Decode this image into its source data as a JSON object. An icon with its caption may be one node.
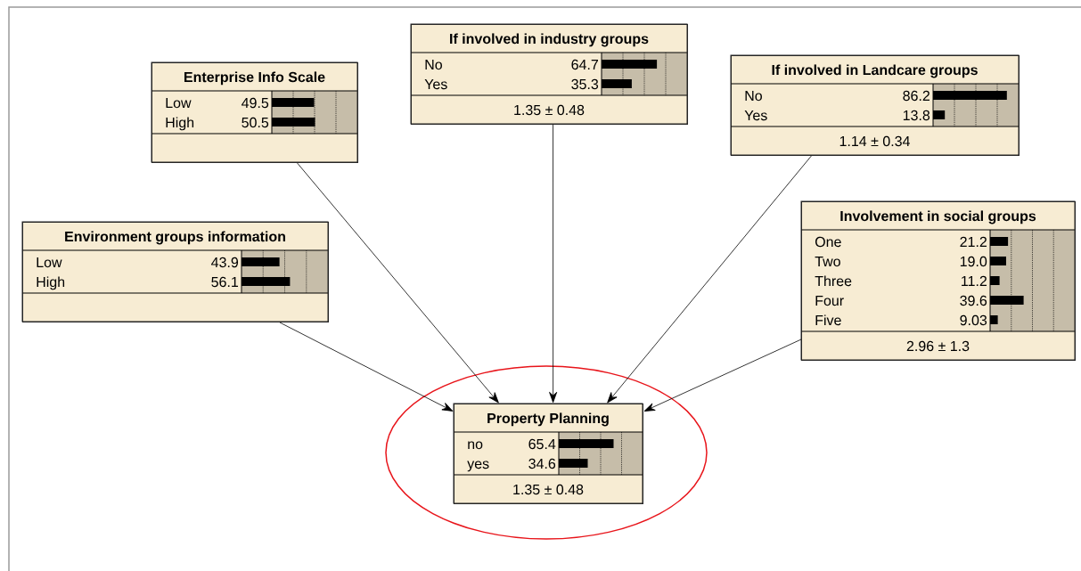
{
  "diagram": {
    "nodes": [
      {
        "text": [
          "Enterprise Info Scale",
          "Low",
          "49.5",
          "High",
          "50.5"
        ]
      },
      {
        "text": [
          "If involved in industry groups",
          "No",
          "64.7",
          "Yes",
          "35.3",
          "1.35 ± 0.48"
        ]
      },
      {
        "text": [
          "If involved in Landcare groups",
          "No",
          "86.2",
          "Yes",
          "13.8",
          "1.14 ± 0.34"
        ]
      },
      {
        "text": [
          "Environment groups information",
          "Low",
          "43.9",
          "High",
          "56.1"
        ]
      },
      {
        "text": [
          "Involvement in social groups",
          "One",
          "21.2",
          "Two",
          "19.0",
          "Three",
          "11.2",
          "Four",
          "39.6",
          "Five",
          "9.03",
          "2.96 ± 1.3"
        ]
      },
      {
        "text": [
          "Property Planning",
          "no",
          "65.4",
          "yes",
          "34.6",
          "1.35 ± 0.48"
        ]
      }
    ],
    "edges": [
      {
        "from": 0,
        "to": 5,
        "arrow": "to"
      },
      {
        "from": 1,
        "to": 5,
        "arrow": "to"
      },
      {
        "from": 2,
        "to": 5,
        "arrow": "to"
      },
      {
        "from": 3,
        "to": 5,
        "arrow": "to"
      },
      {
        "from": 4,
        "to": 5,
        "arrow": "to"
      }
    ]
  }
}
